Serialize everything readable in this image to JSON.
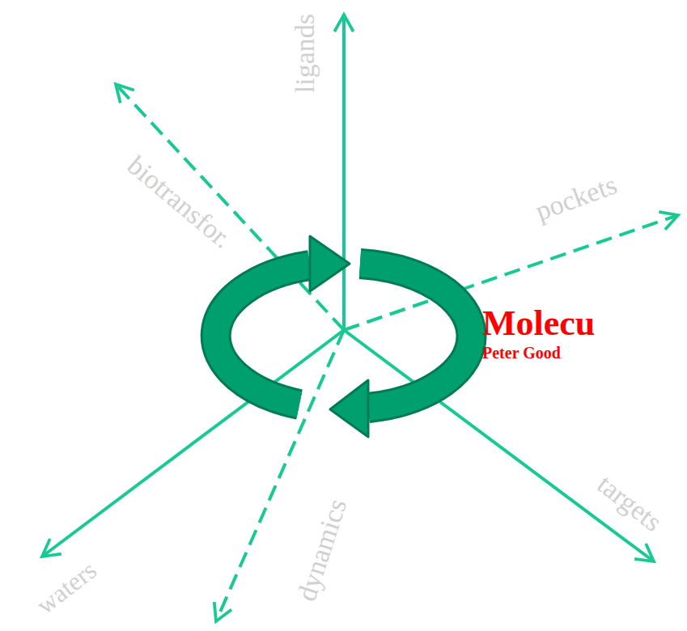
{
  "diagram": {
    "labels": [
      "ligands",
      "biotransfor.",
      "pockets",
      "waters",
      "dynamics",
      "targets",
      "Molecu",
      "Peter Good"
    ]
  }
}
